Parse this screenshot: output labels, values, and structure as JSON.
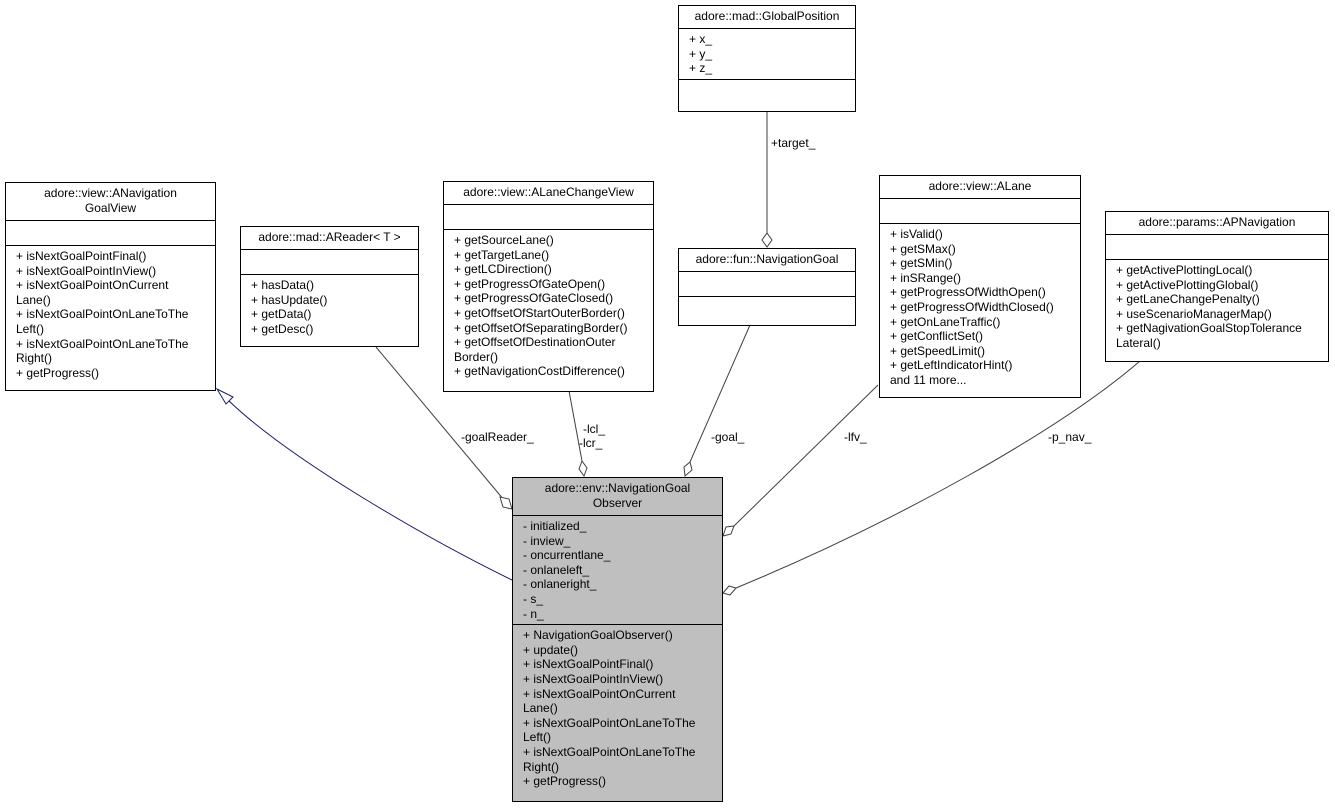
{
  "classes": {
    "anav": {
      "title": "adore::view::ANavigation\nGoalView",
      "attributes": [],
      "methods": [
        "+ isNextGoalPointFinal()",
        "+ isNextGoalPointInView()",
        "+ isNextGoalPointOnCurrent",
        "Lane()",
        "+ isNextGoalPointOnLaneToThe",
        "Left()",
        "+ isNextGoalPointOnLaneToThe",
        "Right()",
        "+ getProgress()"
      ]
    },
    "areader": {
      "title": "adore::mad::AReader< T >",
      "attributes": [],
      "methods": [
        "+ hasData()",
        "+ hasUpdate()",
        "+ getData()",
        "+ getDesc()"
      ]
    },
    "alanechange": {
      "title": "adore::view::ALaneChangeView",
      "attributes": [],
      "methods": [
        "+ getSourceLane()",
        "+ getTargetLane()",
        "+ getLCDirection()",
        "+ getProgressOfGateOpen()",
        "+ getProgressOfGateClosed()",
        "+ getOffsetOfStartOuterBorder()",
        "+ getOffsetOfSeparatingBorder()",
        "+ getOffsetOfDestinationOuter",
        "Border()",
        "+ getNavigationCostDifference()"
      ]
    },
    "globalpos": {
      "title": "adore::mad::GlobalPosition",
      "attributes": [
        "+ x_",
        "+ y_",
        "+ z_"
      ],
      "methods": []
    },
    "navgoal": {
      "title": "adore::fun::NavigationGoal",
      "attributes": [],
      "methods": []
    },
    "alane": {
      "title": "adore::view::ALane",
      "attributes": [],
      "methods": [
        "+ isValid()",
        "+ getSMax()",
        "+ getSMin()",
        "+ inSRange()",
        "+ getProgressOfWidthOpen()",
        "+ getProgressOfWidthClosed()",
        "+ getOnLaneTraffic()",
        "+ getConflictSet()",
        "+ getSpeedLimit()",
        "+ getLeftIndicatorHint()",
        "and 11 more..."
      ]
    },
    "apnav": {
      "title": "adore::params::APNavigation",
      "attributes": [],
      "methods": [
        "+ getActivePlottingLocal()",
        "+ getActivePlottingGlobal()",
        "+ getLaneChangePenalty()",
        "+ useScenarioManagerMap()",
        "+ getNagivationGoalStopTolerance",
        "Lateral()"
      ]
    },
    "observer": {
      "title": "adore::env::NavigationGoal\nObserver",
      "attributes": [
        "- initialized_",
        "- inview_",
        "- oncurrentlane_",
        "- onlaneleft_",
        "- onlaneright_",
        "- s_",
        "- n_"
      ],
      "methods": [
        "+ NavigationGoalObserver()",
        "+ update()",
        "+ isNextGoalPointFinal()",
        "+ isNextGoalPointInView()",
        "+ isNextGoalPointOnCurrent",
        "Lane()",
        "+ isNextGoalPointOnLaneToThe",
        "Left()",
        "+ isNextGoalPointOnLaneToThe",
        "Right()",
        "+ getProgress()"
      ]
    }
  },
  "edges": {
    "target": "+target_",
    "goal_reader": "-goalReader_",
    "lcl": "-lcl_",
    "lcr": "-lcr_",
    "goal": "-goal_",
    "lfv": "-lfv_",
    "p_nav": "-p_nav_"
  },
  "colors": {
    "focus_fill": "#bfbfbf",
    "inheritance_edge": "#191970",
    "association_edge": "#404040"
  }
}
